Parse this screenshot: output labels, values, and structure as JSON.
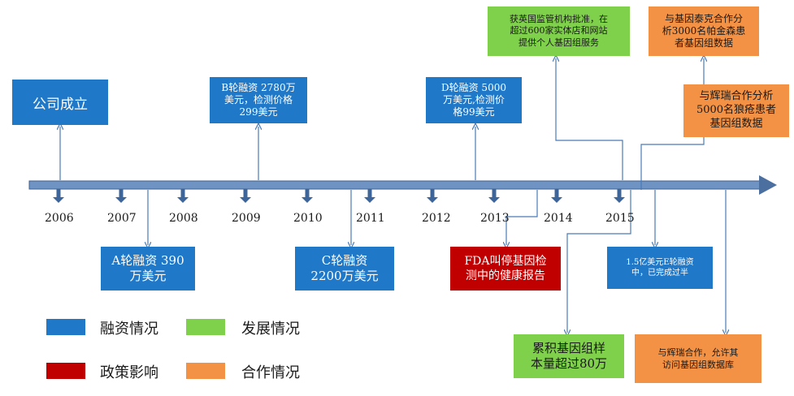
{
  "colors": {
    "financing": "#1f78c8",
    "development": "#7fd04a",
    "policy": "#c00000",
    "cooperation": "#f39244",
    "axis": "#4b6f9e",
    "connector": "#4a7ab8"
  },
  "years": [
    "2006",
    "2007",
    "2008",
    "2009",
    "2010",
    "2011",
    "2012",
    "2013",
    "2014",
    "2015"
  ],
  "events": {
    "founded": "公司成立",
    "round_a": "A轮融资 390\n万美元",
    "round_b": "B轮融资 2780万\n美元，检测价格\n299美元",
    "round_c": "C轮融资\n2200万美元",
    "round_d": "D轮融资 5000\n万美元,检测价\n格99美元",
    "fda": "FDA叫停基因检\n测中的健康报告",
    "uk_approval": "获英国监管机构批准，在\n超过600家实体店和网站\n提供个人基因组服务",
    "genentech": "与基因泰克合作分\n析3000名帕金森患\n者基因组数据",
    "pfizer_analysis": "与辉瑞合作分析\n5000名狼疮患者\n基因组数据",
    "round_e": "1.5亿美元E轮融资\n中，已完成过半",
    "samples": "累积基因组样\n本量超过80万",
    "pfizer_access": "与辉瑞合作，允许其\n访问基因组数据库"
  },
  "legend": [
    {
      "label": "融资情况",
      "color": "#1f78c8"
    },
    {
      "label": "发展情况",
      "color": "#7fd04a"
    },
    {
      "label": "政策影响",
      "color": "#c00000"
    },
    {
      "label": "合作情况",
      "color": "#f39244"
    }
  ]
}
